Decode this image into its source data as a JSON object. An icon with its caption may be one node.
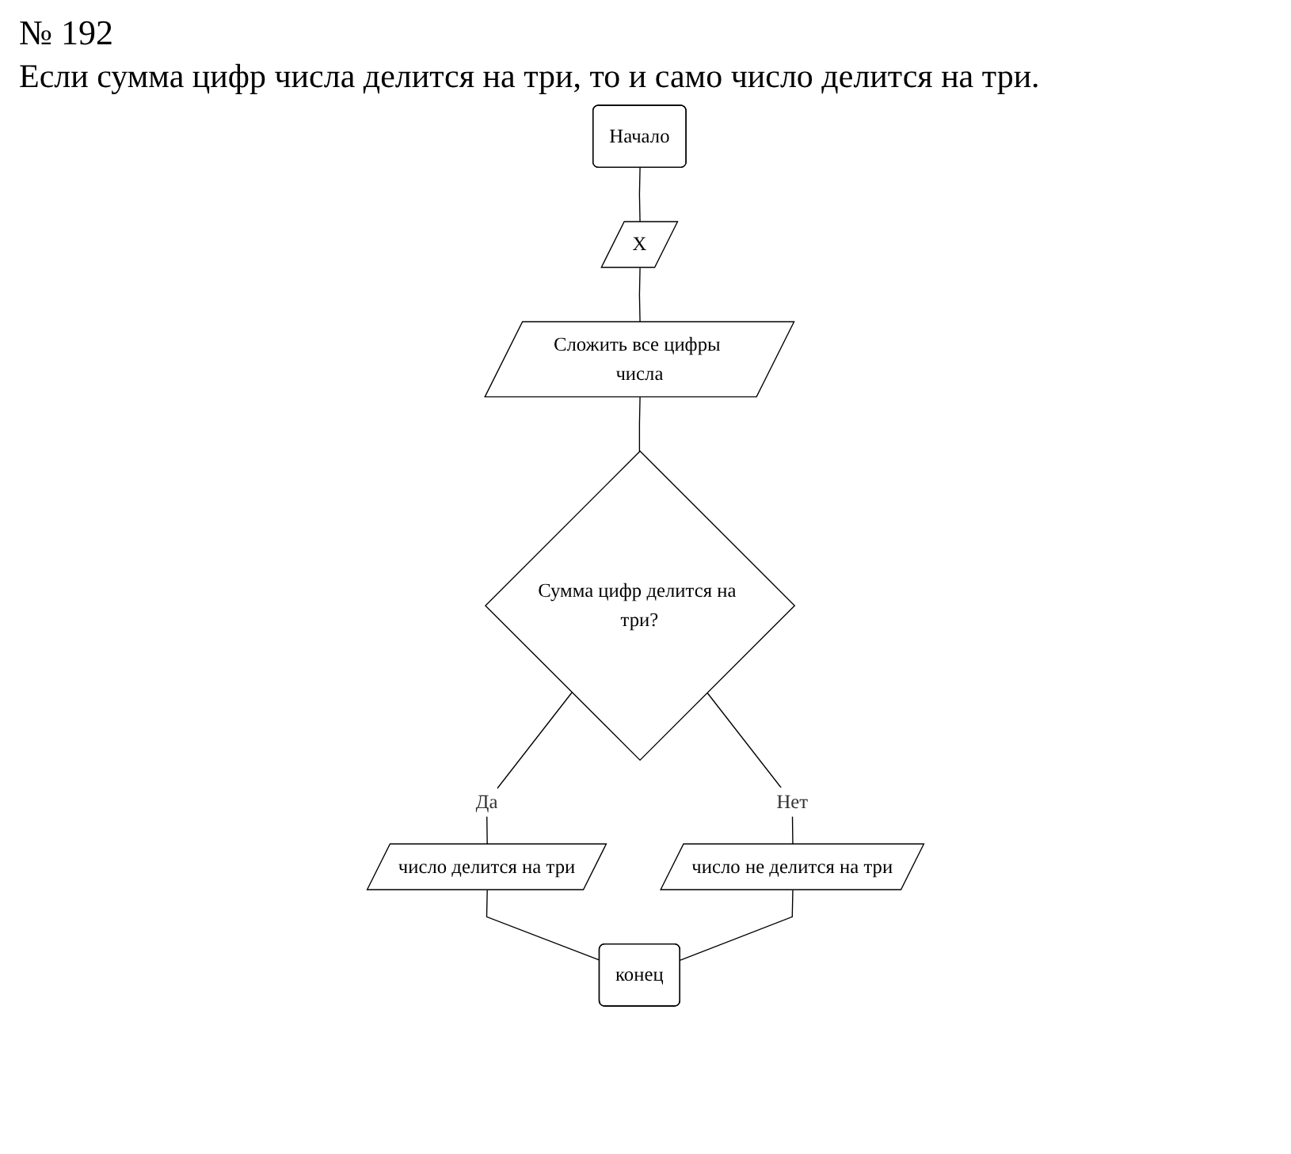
{
  "diagram": {
    "title": "№ 192",
    "nodes": [
      {
        "text": [
          "Начало"
        ]
      },
      {
        "text": [
          "X"
        ]
      },
      {
        "text": [
          "Сложить все цифры числа"
        ]
      },
      {
        "text": [
          "Сумма цифр делится на три?"
        ]
      },
      {
        "text": [
          "число делится на три"
        ]
      },
      {
        "text": [
          "число не делится на три"
        ]
      },
      {
        "text": [
          "конец"
        ]
      }
    ],
    "edges": [
      {
        "from": 0,
        "to": 1,
        "arrow": "none"
      },
      {
        "from": 1,
        "to": 2,
        "arrow": "none"
      },
      {
        "from": 2,
        "to": 3,
        "arrow": "none"
      },
      {
        "from": 3,
        "to": 4,
        "arrow": "none",
        "label": "Да"
      },
      {
        "from": 3,
        "to": 5,
        "arrow": "none",
        "label": "Нет"
      },
      {
        "from": 4,
        "to": 6,
        "arrow": "none"
      },
      {
        "from": 5,
        "to": 6,
        "arrow": "none"
      }
    ],
    "labels": [
      "Если сумма цифр числа делится на три, то и само число делится на три."
    ]
  }
}
